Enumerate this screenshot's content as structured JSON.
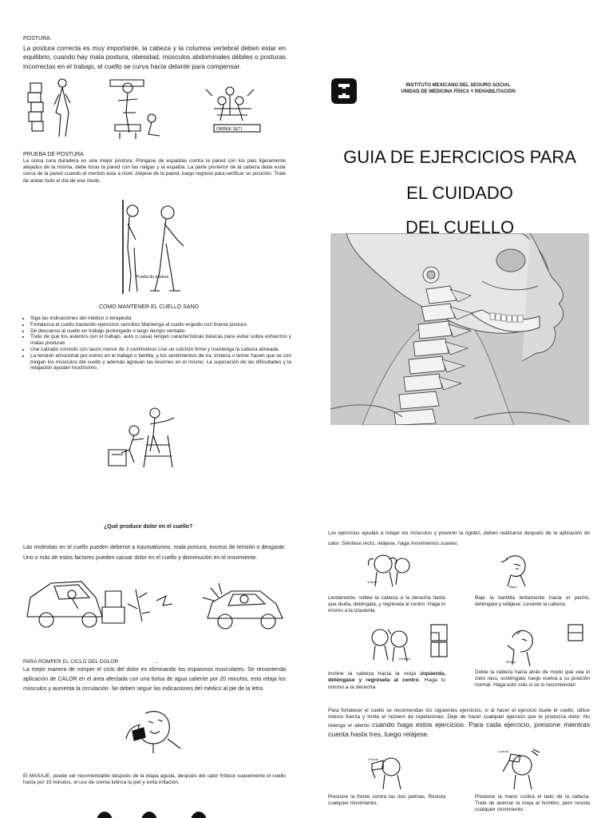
{
  "left_top": {
    "postura_heading": "POSTURA.",
    "postura_text": "La postura correcta es muy importante, la cabeza y la columna vertebral deben estar en equilibrio, cuando hay mala postura, obesidad, músculos abdominales débiles o posturas incorrectas en el trabajo, el cuello se curva hacia delante para compensar.",
    "prueba_heading": "PRUEBA DE POSTURA",
    "prueba_text": "La única cura duradera es una mejor postura. Póngase de espaldas contra la pared con los pies ligeramente alejados de la misma, debe tocar la pared con las nalgas y la espalda. La parte posterior de la cabeza debe estar cerca de la pared cuando el mentón esta a nivel. Aléjese de la pared, luego regrese para verificar su posición. Trate de andar todo el día de ese modo.",
    "prueba_caption": "Prueba de postura",
    "mantener_heading": "COMO MANTENER EL CUELLO SANO",
    "bullets": [
      "Siga las indicaciones del médico o terapeuta",
      "Fortalezca el cuello haciendo ejercicios sencillos Mantenga el cuello erguido con buena postura",
      "Dé descanso al cuello en trabajo prolongado o largo tiempo sentado.",
      "Trate de que los asientos (en el trabajo, auto o casa) tengan características básicas para evitar sobre esfuerzos y malas posturas",
      "Use calzado cómodo con tacón menor de 3 centímetros Use un colchón firme y mantenga la cabeza alineada",
      "La tensión emocional por estrés en el trabajo o familia, y los sentimientos de ira, tristeza o temor hacen que se con traigan los músculos del cuello y además agravan las lesiones en el mismo. La superación de las dificultades y la relajación ayudan muchísimo."
    ],
    "sign_text": "OMBRE SETI"
  },
  "right_top": {
    "institute_line1": "INSTITUTO MEXICANO DEL SEGURO SOCIAL",
    "institute_line2": "UNIDAD DE MEDICINA FÍSICA Y REHABILITACIÓN",
    "title_line1": "GUIA DE EJERCICIOS PARA",
    "title_line2": "EL CUIDADO",
    "title_line3": "DEL CUELLO"
  },
  "left_bottom": {
    "question": "¿Qué produce dolor en el cuello?",
    "causes_text": "Las molestias en el cuello pueden deberse a traumatismos, mala postura, exceso de tensión o desgaste. Uno o más de estos factores pueden causar dolor en el cuello y disminución en el movimiento.",
    "romper_heading": "PARA ROMPER EL CICLO DEL DOLOR",
    "romper_dots": "...",
    "romper_text": "La mejor manera de romper el ciclo del dolor es eliminando los espasmos musculares. Se recomienda aplicación de CALOR en el área afectada con una bolsa de agua caliente por 20 minutos, esto relaja los músculos y aumenta la circulación. Se deben seguir las indicaciones del médico al pie de la letra.",
    "masaje_text": "El MASAJE, puede ser recomendable después de la etapa aguda, después del calor frótese suavemente el cuello hasta por 15 minutos, el uso de crema lubrica la piel y evita irritación."
  },
  "right_bottom": {
    "intro": "Los ejercicios ayudan a relajar los músculos y prevenir la rigidez, deben realizarse después de la aplicación de calor. Siéntese recto, relájese, haga movimientos suaves:",
    "ex1_text": "Lentamente, voltee la cabeza a la derecha hasta que duela, deténgala, y regrésela al centro. Haga lo mismo a la izquierda",
    "ex1_tag": "Voltear",
    "ex2_text": "Baje la barbilla lentamente hacia el pecho, deténgala y relájese. Levante la cabeza.",
    "ex2_tag": "Bajar",
    "ex3_text_a": "Incline la cabeza hacia la oreja ",
    "ex3_text_b": "izquierda, deténgase y regrésela al centro",
    "ex3_text_c": ". Haga lo mismo a la derecha",
    "ex3_tag": "Inclinar",
    "ex4_text": "Doble la cabeza hacia atrás de modo que vea el cielo raso, sosténgala; luego vuelva a su posición normal. Haga esto solo si se lo recomiendan",
    "ex4_tag": "Doblar",
    "fortalecer_a": "Para fortalecer el cuello se recomiendan los siguientes ejercicios, si al hacer el ejercicio duele el cuello, utilice menos fuerza y limite el número de repeticiones. Deje de hacer cualquier ejercicio que le produzca dolor. No retenga el aliento ",
    "fortalecer_b": "cuando haga estos ejercicios. Para cada ejercicio, presione mientras cuenta hasta tres, luego relájese.",
    "ex5_text": "Presione la frente contra las dos palmas. Resista cualquier movimiento.",
    "ex5_tag": "Frente",
    "ex6_text": "Presione la mano contra el lado de la cabeza. Trate de acercar la oreja al hombro, pero resista cualquier movimiento.",
    "ex6_tag": "Lateral"
  }
}
